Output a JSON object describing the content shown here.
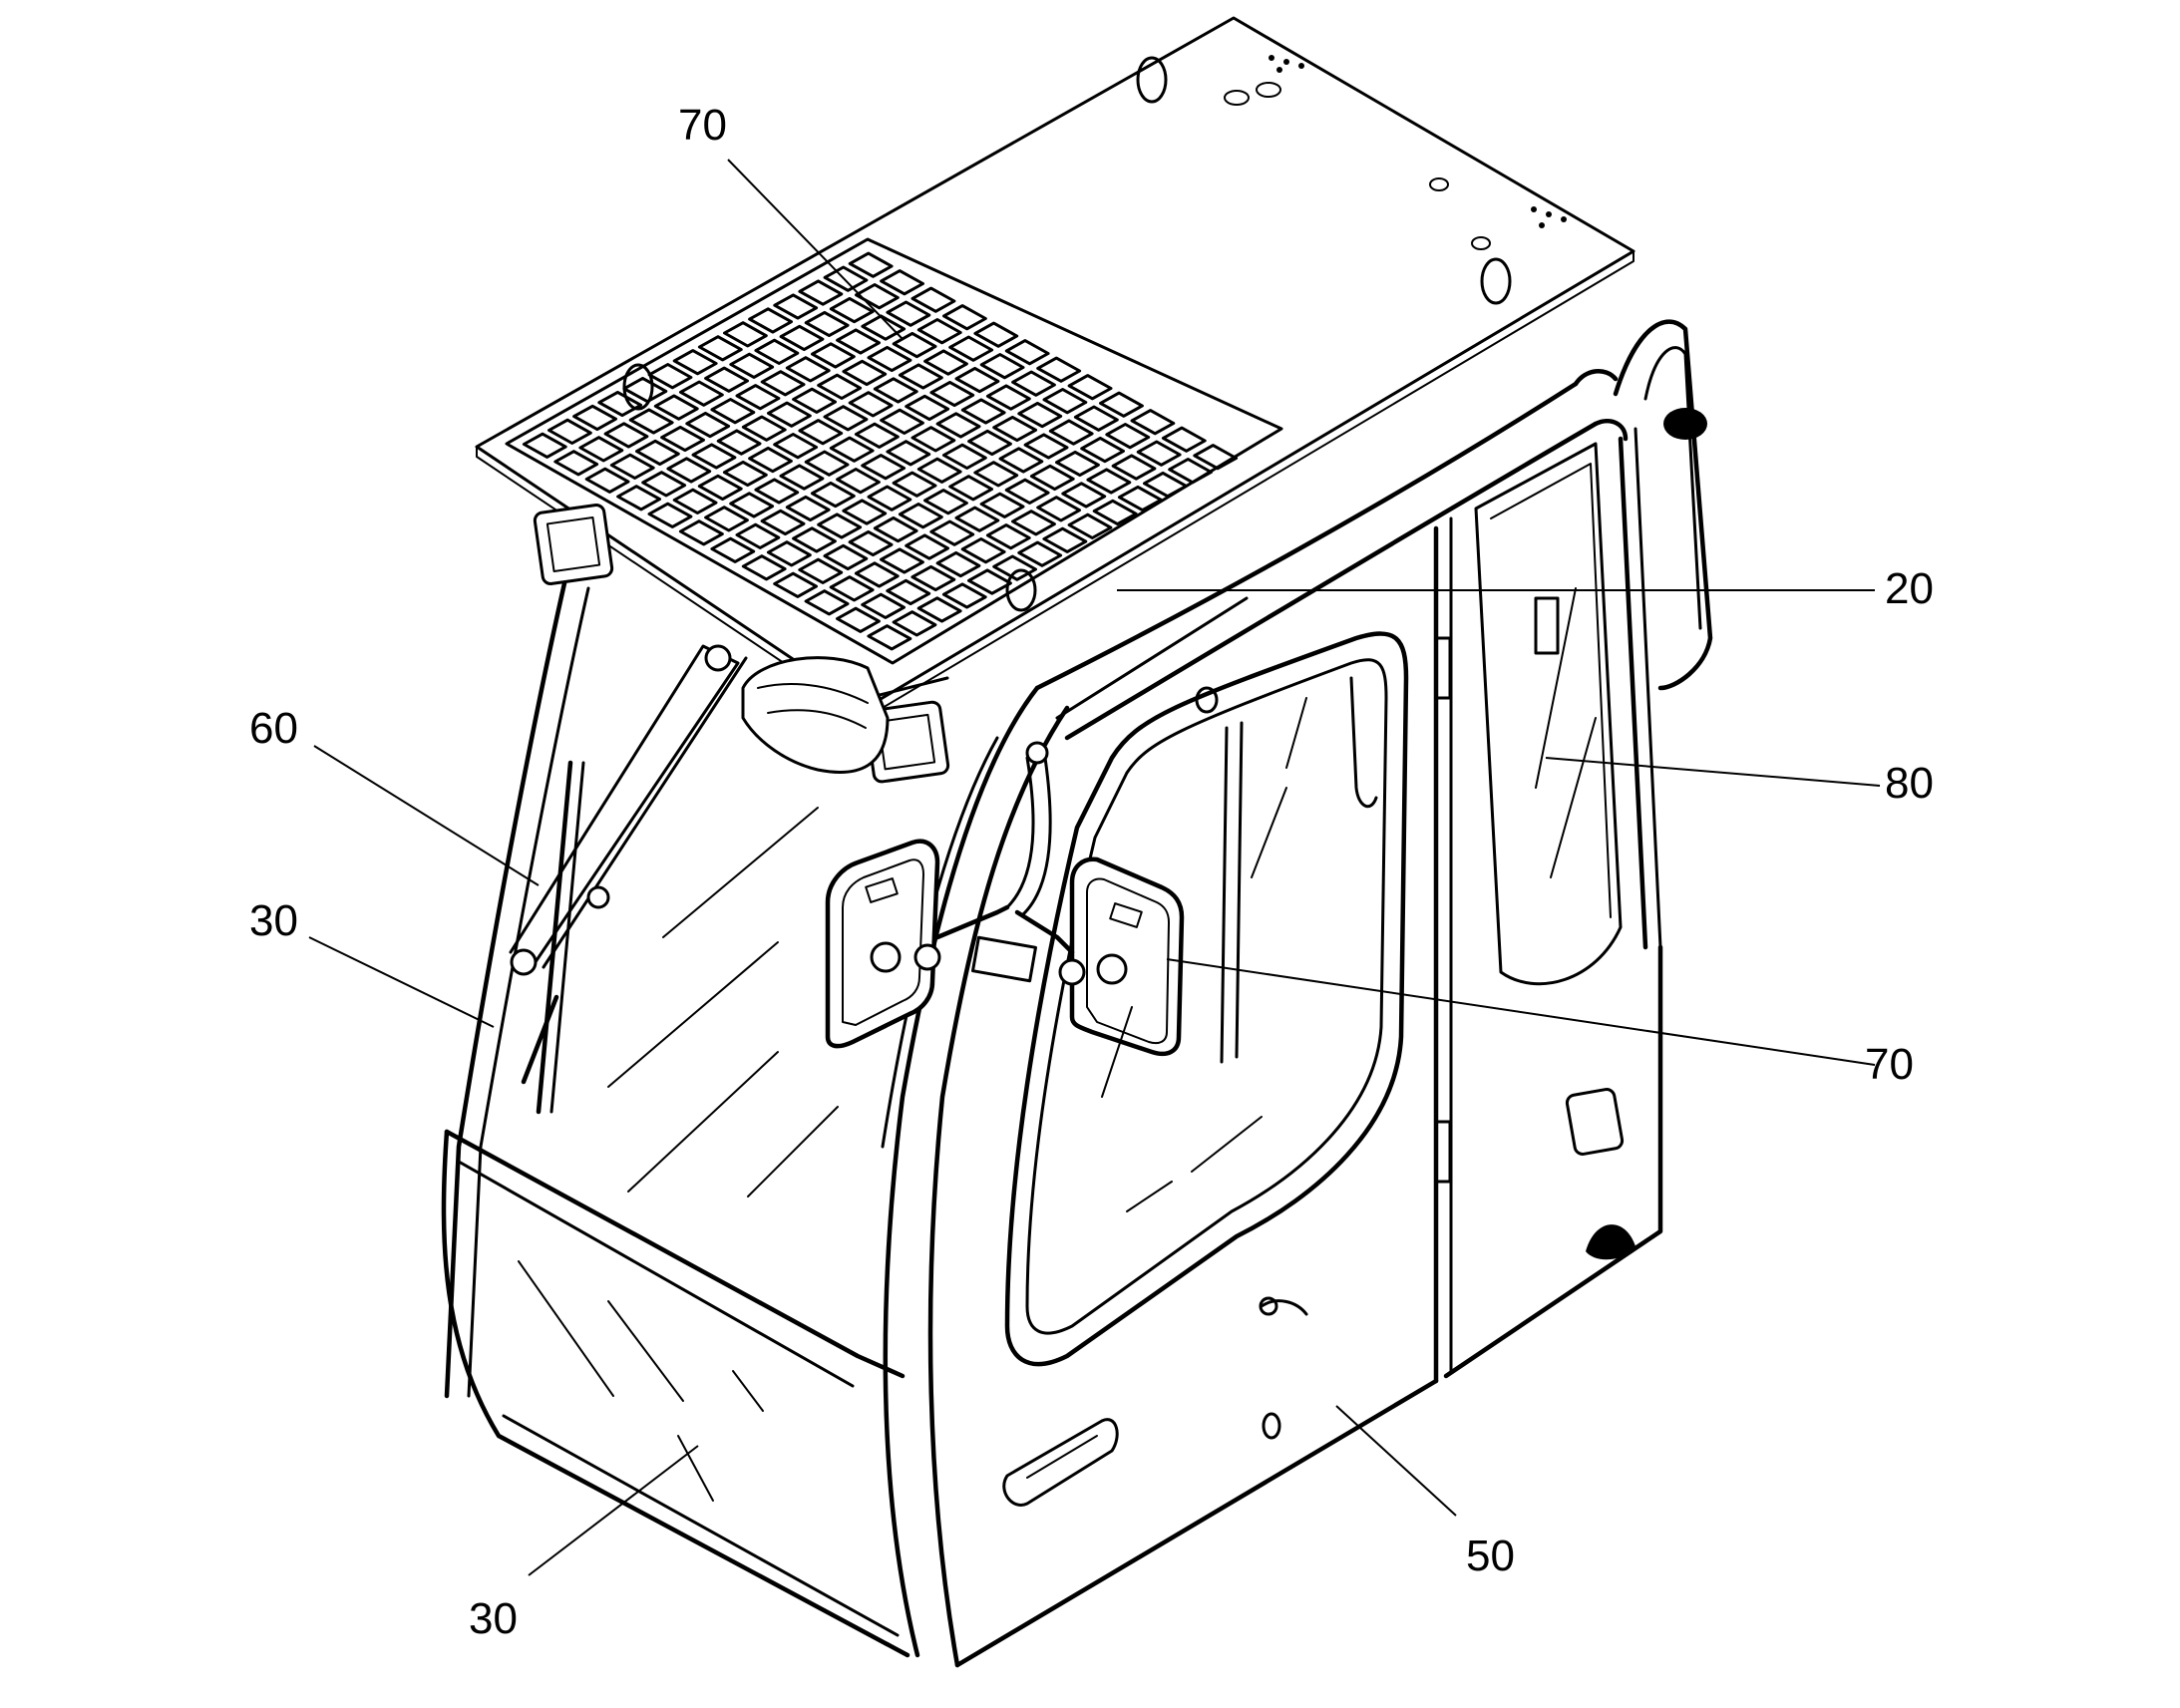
{
  "figure": {
    "callouts": [
      {
        "id": "roof-guard",
        "label": "70"
      },
      {
        "id": "frame",
        "label": "20"
      },
      {
        "id": "wiper",
        "label": "60"
      },
      {
        "id": "rear-panel",
        "label": "80"
      },
      {
        "id": "front-glass",
        "label": "30"
      },
      {
        "id": "mirror",
        "label": "70"
      },
      {
        "id": "lower-glass",
        "label": "30"
      },
      {
        "id": "door",
        "label": "50"
      }
    ]
  }
}
